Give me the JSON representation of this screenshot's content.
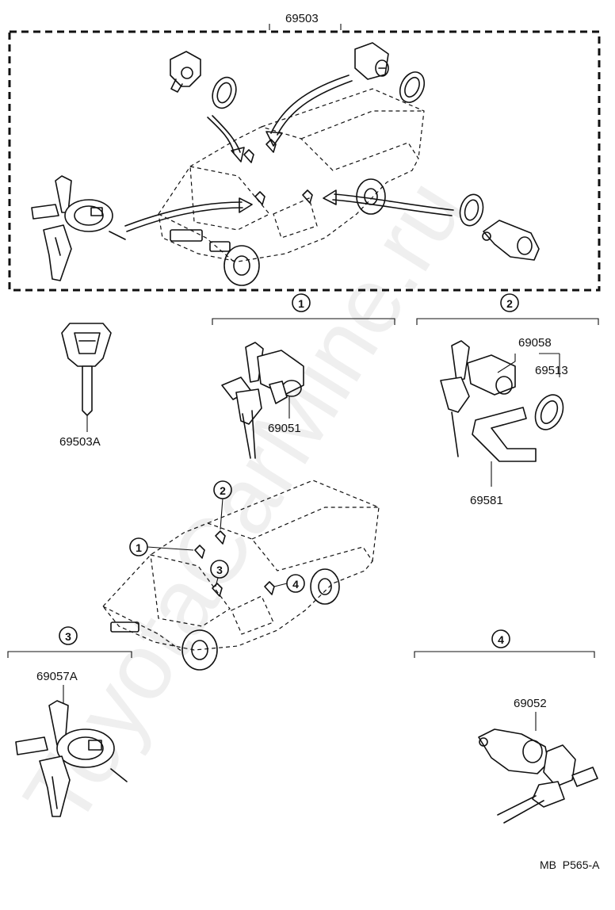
{
  "parts": {
    "p69503": "69503",
    "p69503A": "69503A",
    "p69051": "69051",
    "p69058": "69058",
    "p69513": "69513",
    "p69581": "69581",
    "p69057A": "69057A",
    "p69052": "69052"
  },
  "callouts": {
    "c1": "1",
    "c2": "2",
    "c3": "3",
    "c4": "4"
  },
  "footer": {
    "code": "MB  P565-A"
  },
  "watermark": "ToyotaCarMine.ru",
  "icons": {
    "truck": "pickup-truck-icon",
    "key": "key-icon",
    "lock_cylinder": "lock-cylinder-icon",
    "gasket": "gasket-icon",
    "clip": "retainer-clip-icon"
  }
}
